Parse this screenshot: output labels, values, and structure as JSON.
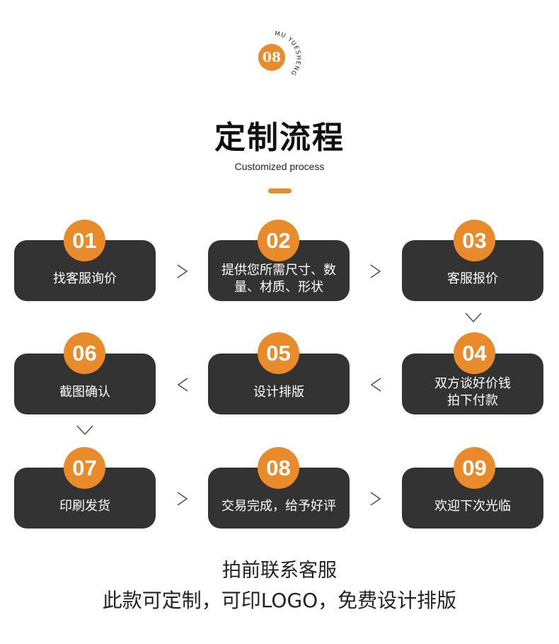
{
  "header": {
    "badge_number": "08",
    "brand_text": "MU YUESHENG",
    "title": "定制流程",
    "subtitle": "Customized process",
    "accent_color": "#e98a2b",
    "card_color": "#333333"
  },
  "steps": [
    {
      "num": "01",
      "text": "找客服询价"
    },
    {
      "num": "02",
      "text": "提供您所需尺寸、数\n量、材质、形状"
    },
    {
      "num": "03",
      "text": "客服报价"
    },
    {
      "num": "04",
      "text": "双方谈好价钱\n拍下付款"
    },
    {
      "num": "05",
      "text": "设计排版"
    },
    {
      "num": "06",
      "text": "截图确认"
    },
    {
      "num": "07",
      "text": "印刷发货"
    },
    {
      "num": "08",
      "text": "交易完成，给予好评"
    },
    {
      "num": "09",
      "text": "欢迎下次光临"
    }
  ],
  "footer": {
    "line1": "拍前联系客服",
    "line2": "此款可定制，可印LOGO，免费设计排版"
  }
}
